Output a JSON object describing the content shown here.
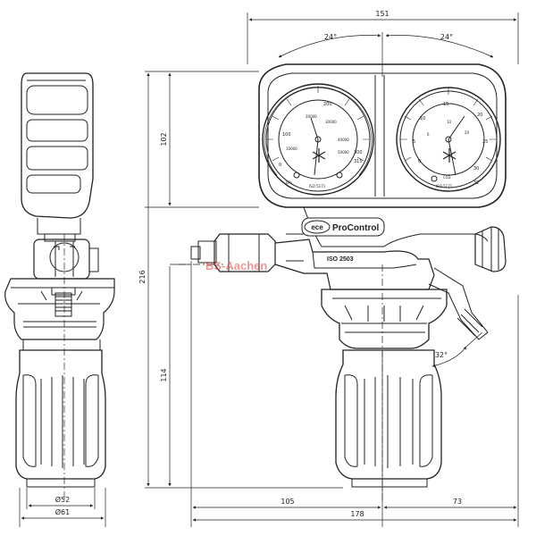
{
  "dimensions": {
    "overall_width": "151",
    "angle_left": "24°",
    "angle_right": "24°",
    "height_upper": "102",
    "height_total": "216",
    "height_lower": "114",
    "width_left_part": "105",
    "width_right_part": "73",
    "width_total": "178",
    "angle_outlet": "32°",
    "diameter_inner": "Ø52",
    "diameter_outer": "Ø61"
  },
  "brand": {
    "logo": "ece",
    "name": "ProControl",
    "standard": "ISO 2503"
  },
  "watermark": "BS-Aachen",
  "gauge_left": {
    "scale_outer": [
      "100",
      "200",
      "300",
      "315"
    ],
    "scale_inner": [
      "10000",
      "20000",
      "30000",
      "40000",
      "50000"
    ],
    "unit": "kPa",
    "zero": "0",
    "standard": "ISO 5171"
  },
  "gauge_right": {
    "scale_outer": [
      "5",
      "10",
      "15",
      "20",
      "25",
      "30",
      "32"
    ],
    "scale_inner": [
      "6",
      "10",
      "20"
    ],
    "unit": "CO2",
    "zero": "0",
    "standard": "ISO 5171"
  }
}
